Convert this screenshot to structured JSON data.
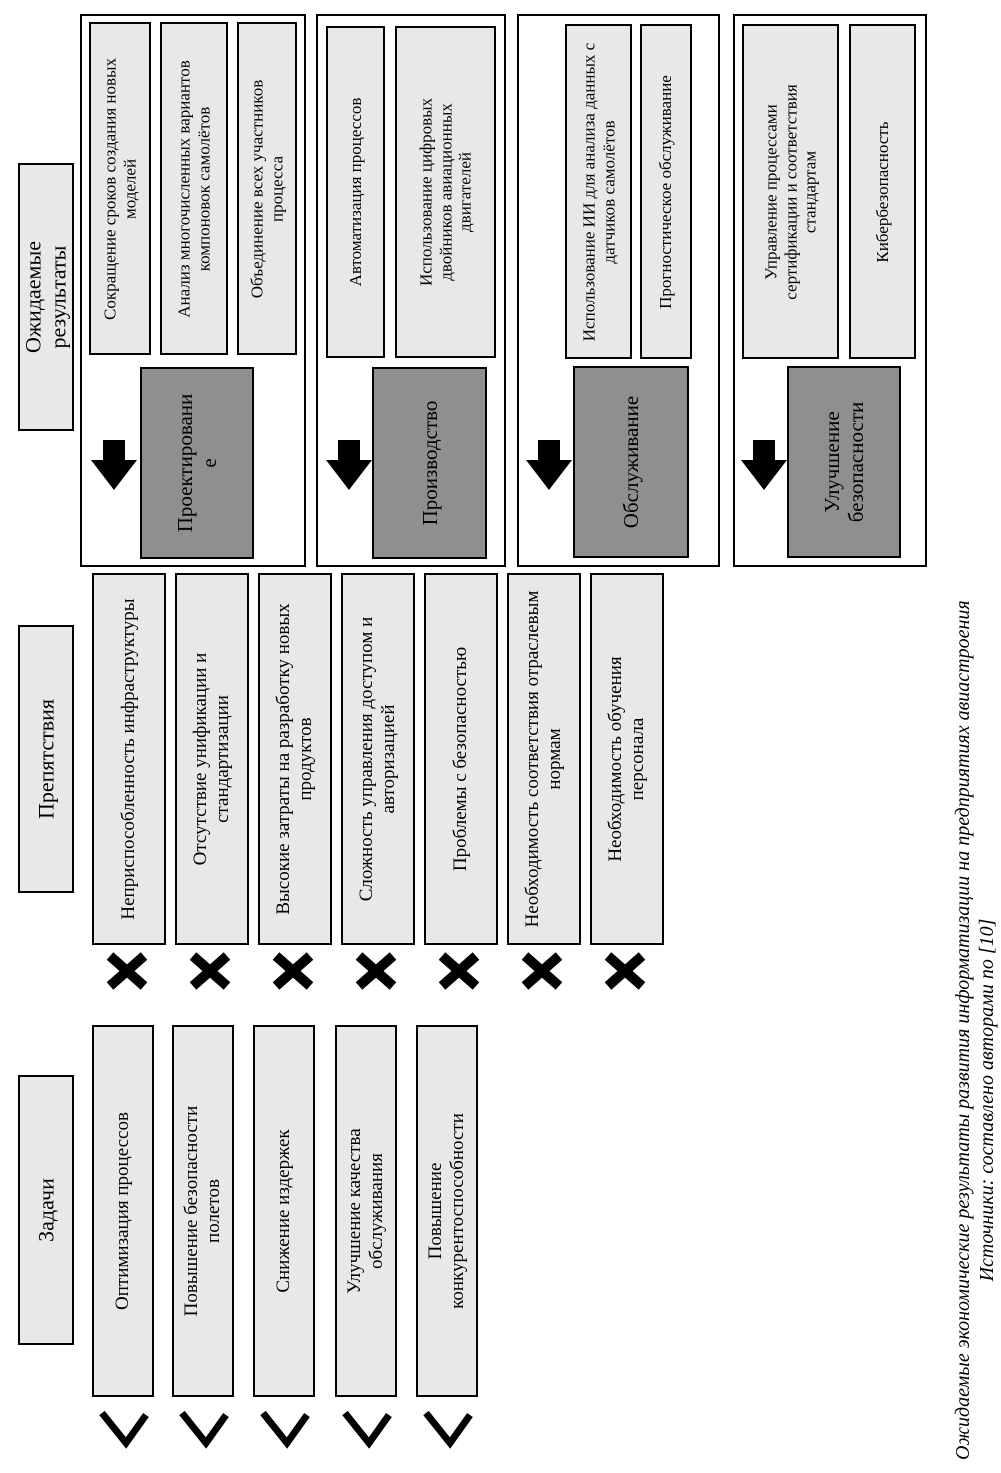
{
  "headers": {
    "tasks": "Задачи",
    "obstacles": "Препятствия",
    "results": "Ожидаемые результаты"
  },
  "tasks": [
    "Оптимизация процессов",
    "Повышение безопасности полетов",
    "Снижение издержек",
    "Улучшение качества обслуживания",
    "Повышение конкурентоспособности"
  ],
  "obstacles": [
    "Неприспособленность инфраструктуры",
    "Отсутствие унификации и стандартизации",
    "Высокие затраты на разработку новых продуктов",
    "Сложность управления доступом и авторизацией",
    "Проблемы с безопасностью",
    "Необходимость соответствия отраслевым нормам",
    "Необходимость обучения персонала"
  ],
  "groups": [
    {
      "title": "Проектирование",
      "items": [
        "Сокращение сроков создания новых моделей",
        "Анализ многочисленных вариантов компоновок самолётов",
        "Объединение всех участников процесса"
      ]
    },
    {
      "title": "Производство",
      "items": [
        "Автоматизация процессов",
        "Использование цифровых двойников авиационных двигателей"
      ]
    },
    {
      "title": "Обслуживание",
      "items": [
        "Использование ИИ для анализа данных с датчиков самолётов",
        "Прогностическое обслуживание"
      ]
    },
    {
      "title": "Улучшение безопасности",
      "items": [
        "Управление процессами сертификации и соответствия стандартам",
        "Кибербезопасность"
      ]
    }
  ],
  "caption": {
    "line1": "Ожидаемые экономические результаты развития информатизации на предприятиях авиастроения",
    "line2": "Источники: составлено авторами по [10]"
  },
  "colors": {
    "box_fill": "#e8e8e8",
    "dark_fill": "#8f8f8f",
    "border": "#000000"
  }
}
